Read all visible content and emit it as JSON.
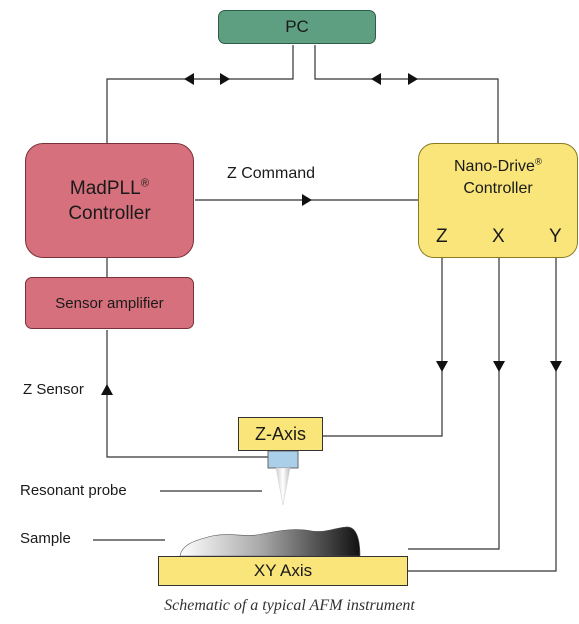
{
  "pc": {
    "label": "PC"
  },
  "madpll": {
    "name": "MadPLL",
    "reg": "®",
    "line2": "Controller"
  },
  "sensor_amplifier": {
    "label": "Sensor amplifier"
  },
  "nano_drive": {
    "name": "Nano-Drive",
    "reg": "®",
    "line2": "Controller",
    "channels": [
      "Z",
      "X",
      "Y"
    ]
  },
  "z_axis": {
    "label": "Z-Axis"
  },
  "xy_axis": {
    "label": "XY Axis"
  },
  "labels": {
    "z_command": "Z Command",
    "z_sensor": "Z Sensor",
    "resonant_probe": "Resonant probe",
    "sample": "Sample"
  },
  "caption": "Schematic of a typical AFM instrument",
  "colors": {
    "pc": "#5e9e81",
    "controller": "#d6707c",
    "nano_drive": "#f9e57a",
    "probe_mount": "#aacfe8"
  }
}
